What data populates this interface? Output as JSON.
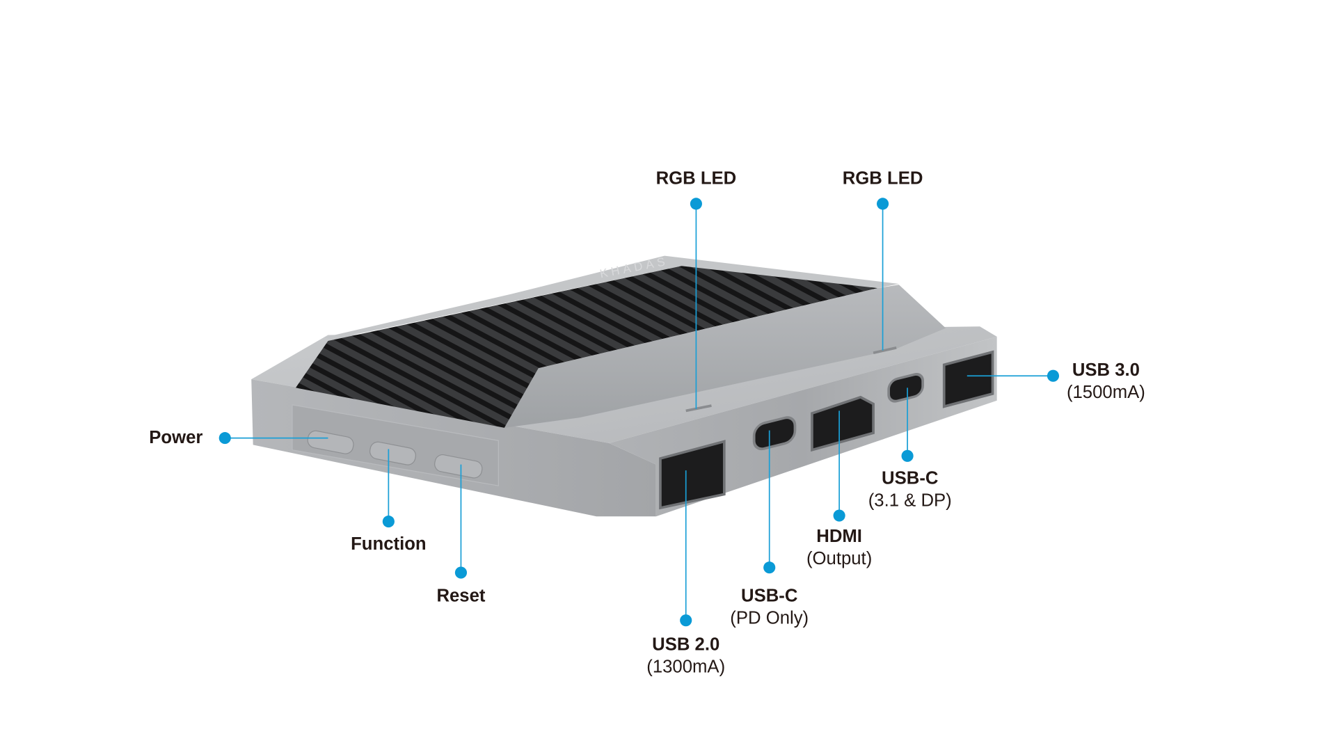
{
  "device": {
    "brand_logo": "KHADAS",
    "button_labels": [
      "Power",
      "Function",
      "Reset"
    ]
  },
  "callouts": {
    "rgb_led_1": {
      "title": "RGB LED"
    },
    "rgb_led_2": {
      "title": "RGB LED"
    },
    "usb30": {
      "title": "USB 3.0",
      "sub": "(1500mA)"
    },
    "usbc_dp": {
      "title": "USB-C",
      "sub": "(3.1 & DP)"
    },
    "hdmi": {
      "title": "HDMI",
      "sub": "(Output)"
    },
    "usbc_pd": {
      "title": "USB-C",
      "sub": "(PD Only)"
    },
    "usb20": {
      "title": "USB 2.0",
      "sub": "(1300mA)"
    },
    "power": {
      "title": "Power"
    },
    "function": {
      "title": "Function"
    },
    "reset": {
      "title": "Reset"
    }
  },
  "colors": {
    "accent": "#0a9ad6",
    "text": "#231815",
    "body": "#a9abae",
    "heatsink": "#2b2b2c"
  }
}
